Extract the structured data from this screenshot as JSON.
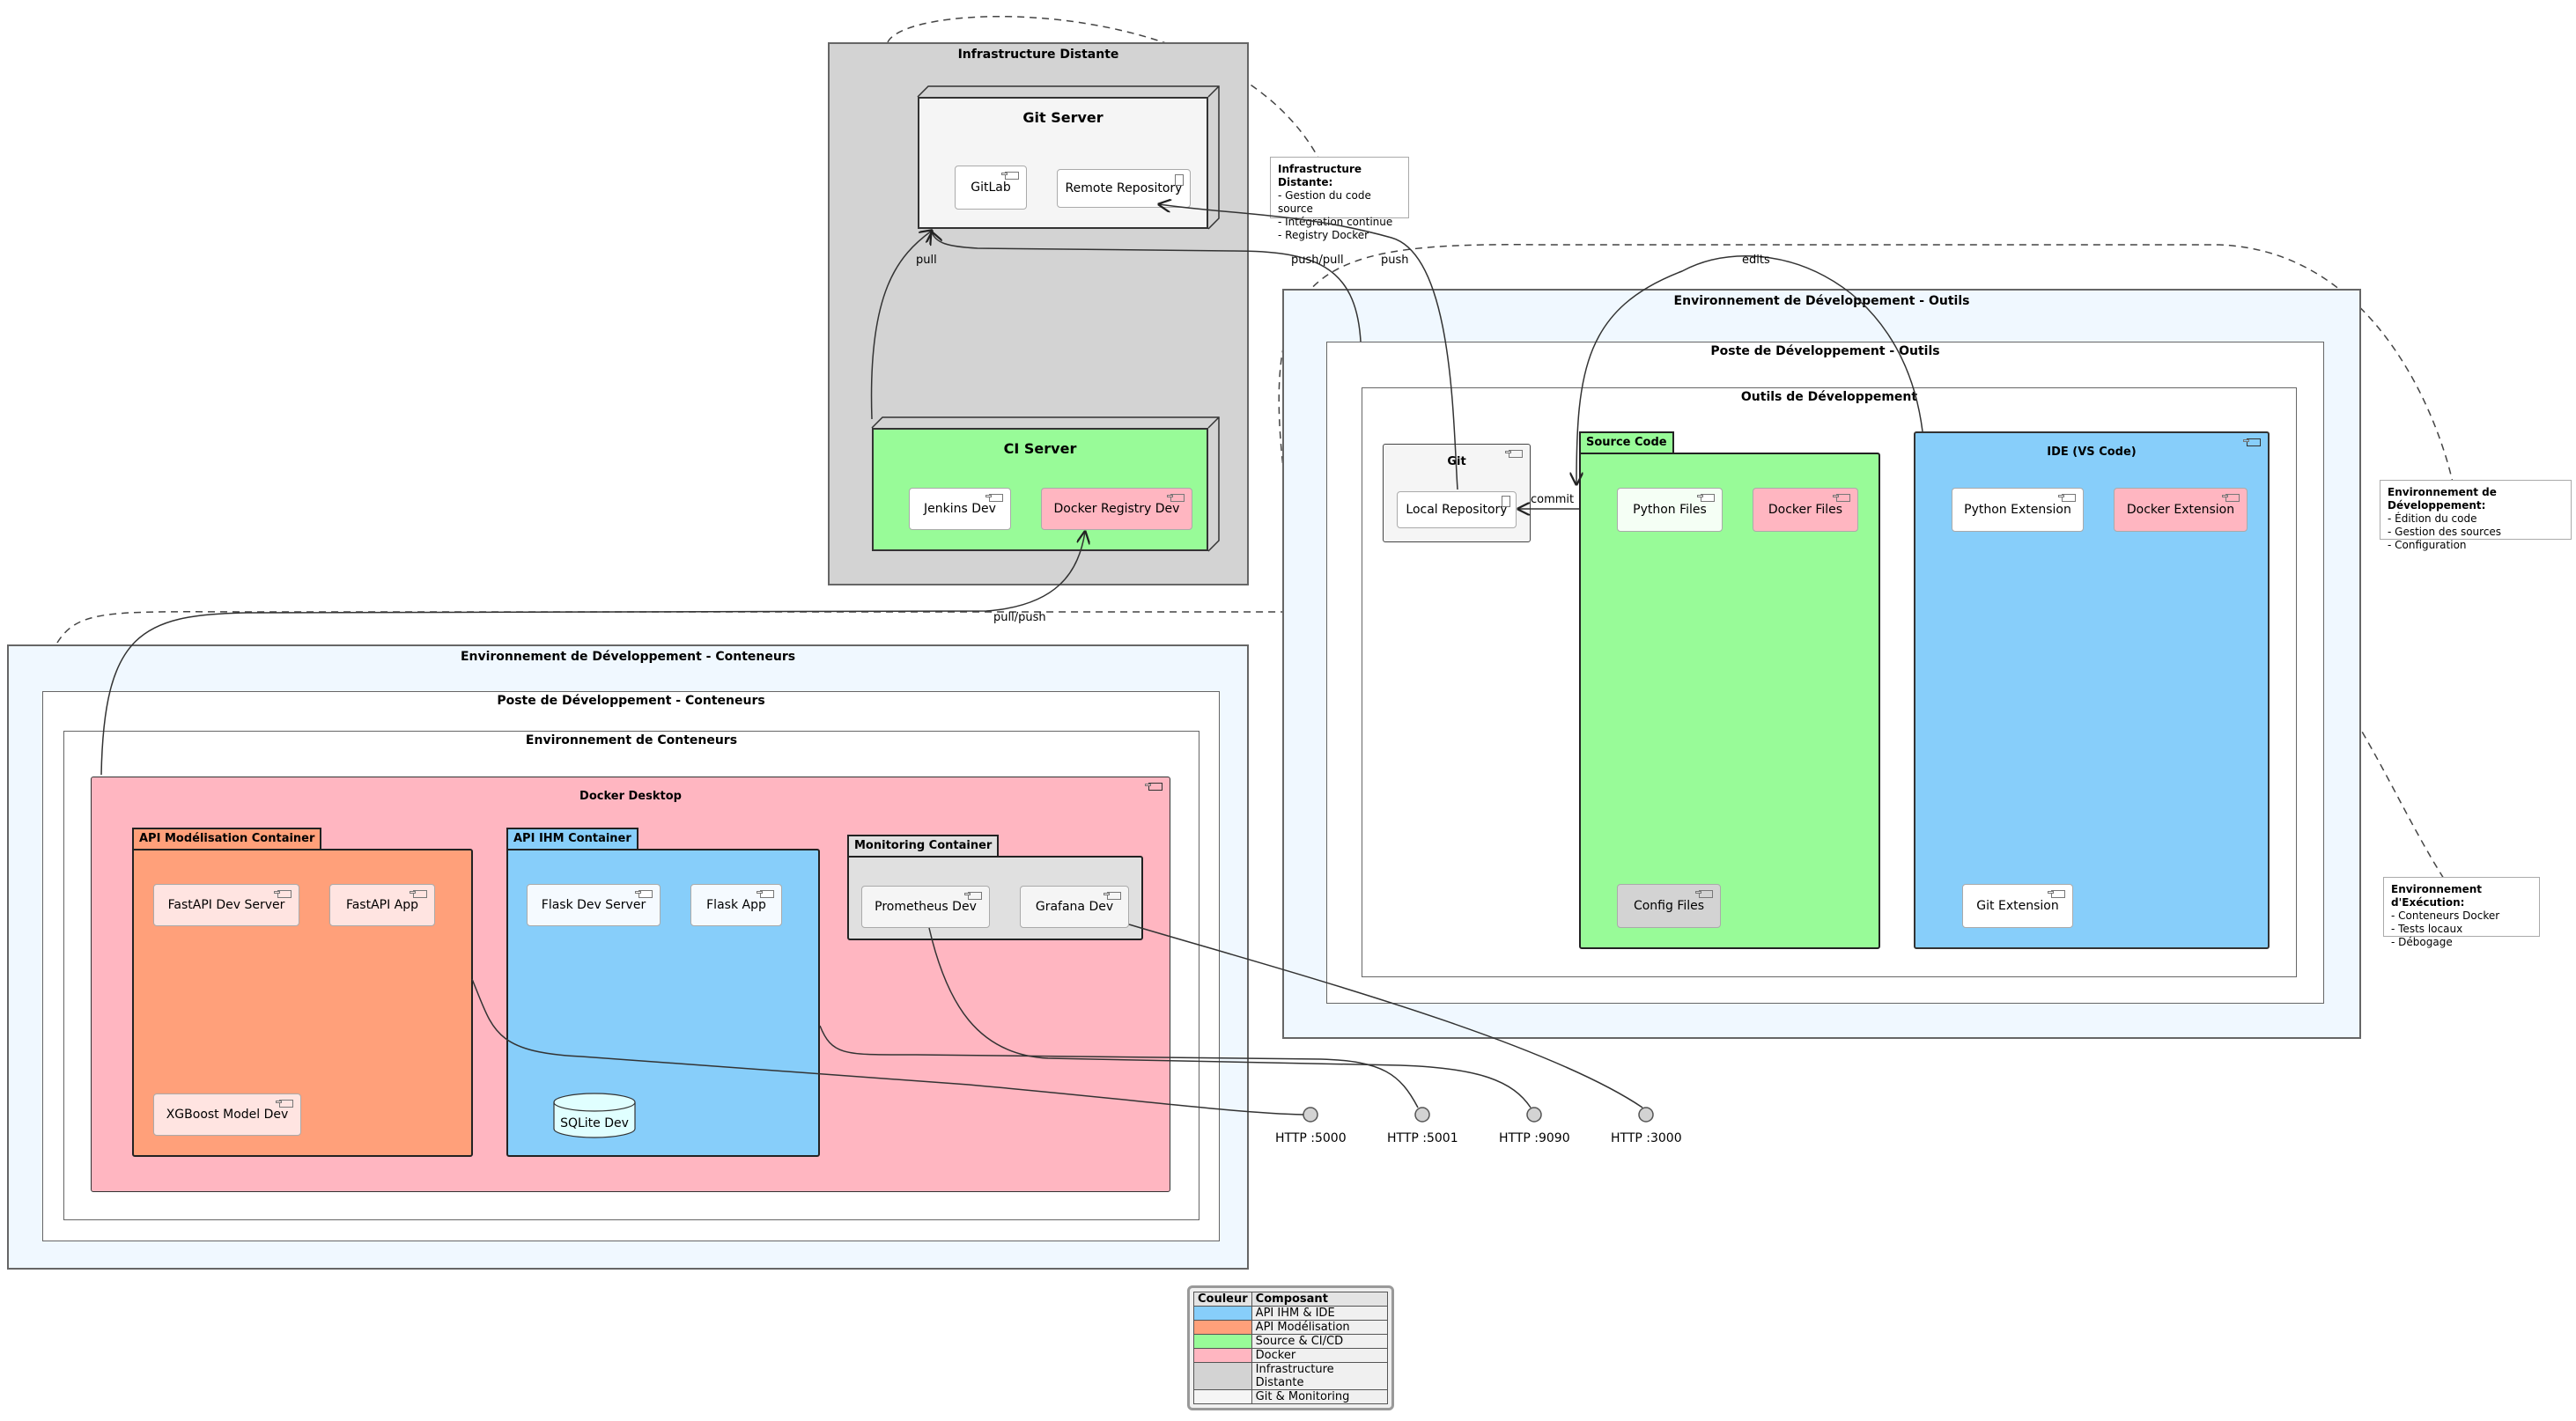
{
  "colors": {
    "remote": "#d3d3d3",
    "env": "#f0f8ff",
    "green": "#98fb98",
    "blue": "#87cefa",
    "orange": "#ffa07a",
    "pink": "#ffb6c1",
    "light": "#f5f5f5",
    "gray": "#e0e0e0"
  },
  "remote": {
    "title": "Infrastructure Distante",
    "git_server": {
      "title": "Git Server",
      "gitlab": "GitLab",
      "remote_repo": "Remote Repository"
    },
    "ci_server": {
      "title": "CI Server",
      "jenkins": "Jenkins Dev",
      "registry": "Docker Registry Dev"
    }
  },
  "tools_env": {
    "title": "Environnement de Développement - Outils",
    "station": "Poste de Développement - Outils",
    "dev_tools": "Outils de Développement",
    "git": {
      "title": "Git",
      "local_repo": "Local Repository"
    },
    "source": {
      "title": "Source Code",
      "python": "Python Files",
      "docker": "Docker Files",
      "config": "Config Files"
    },
    "ide": {
      "title": "IDE (VS Code)",
      "python_ext": "Python Extension",
      "docker_ext": "Docker Extension",
      "git_ext": "Git Extension"
    }
  },
  "containers_env": {
    "title": "Environnement de Développement - Conteneurs",
    "station": "Poste de Développement - Conteneurs",
    "container_env": "Environnement de Conteneurs",
    "docker_desktop": "Docker Desktop",
    "api_model": {
      "title": "API Modélisation Container",
      "fastapi_server": "FastAPI Dev Server",
      "fastapi_app": "FastAPI App",
      "xgboost": "XGBoost Model Dev"
    },
    "api_ihm": {
      "title": "API IHM Container",
      "flask_server": "Flask Dev Server",
      "flask_app": "Flask App",
      "sqlite": "SQLite Dev"
    },
    "monitoring": {
      "title": "Monitoring Container",
      "prometheus": "Prometheus Dev",
      "grafana": "Grafana Dev"
    }
  },
  "interfaces": [
    "HTTP :5000",
    "HTTP :5001",
    "HTTP :9090",
    "HTTP :3000"
  ],
  "edges": {
    "pull": "pull",
    "push_pull": "push/pull",
    "push": "push",
    "edits": "edits",
    "commit": "commit",
    "pull_push": "pull/push"
  },
  "notes": {
    "remote": {
      "title": "Infrastructure Distante:",
      "lines": [
        "- Gestion du code source",
        "- Intégration continue",
        "- Registry Docker"
      ]
    },
    "dev": {
      "title": "Environnement de Développement:",
      "lines": [
        "- Édition du code",
        "- Gestion des sources",
        "- Configuration"
      ]
    },
    "exec": {
      "title": "Environnement d'Exécution:",
      "lines": [
        "- Conteneurs Docker",
        "- Tests locaux",
        "- Débogage"
      ]
    }
  },
  "legend": {
    "headers": [
      "Couleur",
      "Composant"
    ],
    "rows": [
      {
        "color": "#87cefa",
        "label": "API IHM & IDE"
      },
      {
        "color": "#ffa07a",
        "label": "API Modélisation"
      },
      {
        "color": "#98fb98",
        "label": "Source & CI/CD"
      },
      {
        "color": "#ffb6c1",
        "label": "Docker"
      },
      {
        "color": "#d3d3d3",
        "label": "Infrastructure Distante"
      },
      {
        "color": "#f5f5f5",
        "label": "Git & Monitoring"
      }
    ]
  }
}
